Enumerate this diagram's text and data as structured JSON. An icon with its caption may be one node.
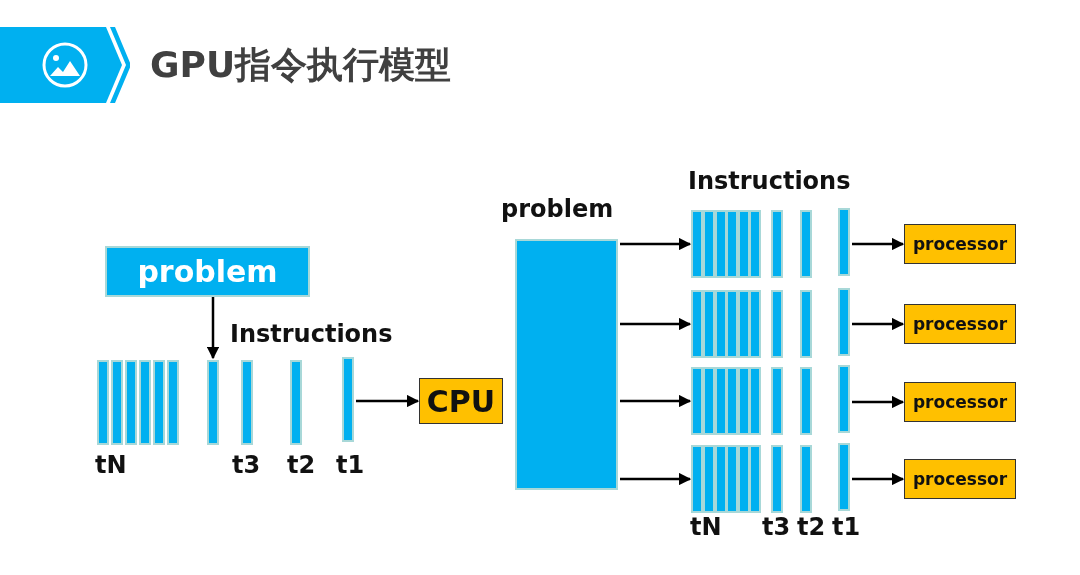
{
  "diagram": {
    "title": "GPU指令执行模型",
    "nodes": [
      {
        "text": [
          "problem"
        ]
      },
      {
        "text": [],
        "shape": "bar"
      },
      {
        "text": [],
        "shape": "bar"
      },
      {
        "text": [],
        "shape": "bar"
      },
      {
        "text": [],
        "shape": "bar"
      },
      {
        "text": [],
        "shape": "bar"
      },
      {
        "text": [],
        "shape": "bar"
      },
      {
        "text": [],
        "shape": "bar"
      },
      {
        "text": [],
        "shape": "bar"
      },
      {
        "text": [],
        "shape": "bar"
      },
      {
        "text": [],
        "shape": "bar"
      },
      {
        "text": [
          "CPU"
        ]
      },
      {
        "text": [
          "problem"
        ]
      },
      {
        "text": [],
        "shape": "bar"
      },
      {
        "text": [],
        "shape": "bar"
      },
      {
        "text": [],
        "shape": "bar"
      },
      {
        "text": [],
        "shape": "bar"
      },
      {
        "text": [],
        "shape": "bar"
      },
      {
        "text": [],
        "shape": "bar"
      },
      {
        "text": [],
        "shape": "bar"
      },
      {
        "text": [],
        "shape": "bar"
      },
      {
        "text": [],
        "shape": "bar"
      },
      {
        "text": [
          "processor"
        ]
      },
      {
        "text": [],
        "shape": "bar"
      },
      {
        "text": [],
        "shape": "bar"
      },
      {
        "text": [],
        "shape": "bar"
      },
      {
        "text": [],
        "shape": "bar"
      },
      {
        "text": [],
        "shape": "bar"
      },
      {
        "text": [],
        "shape": "bar"
      },
      {
        "text": [],
        "shape": "bar"
      },
      {
        "text": [],
        "shape": "bar"
      },
      {
        "text": [],
        "shape": "bar"
      },
      {
        "text": [
          "processor"
        ]
      },
      {
        "text": [],
        "shape": "bar"
      },
      {
        "text": [],
        "shape": "bar"
      },
      {
        "text": [],
        "shape": "bar"
      },
      {
        "text": [],
        "shape": "bar"
      },
      {
        "text": [],
        "shape": "bar"
      },
      {
        "text": [],
        "shape": "bar"
      },
      {
        "text": [],
        "shape": "bar"
      },
      {
        "text": [],
        "shape": "bar"
      },
      {
        "text": [],
        "shape": "bar"
      },
      {
        "text": [
          "processor"
        ]
      },
      {
        "text": [],
        "shape": "bar"
      },
      {
        "text": [],
        "shape": "bar"
      },
      {
        "text": [],
        "shape": "bar"
      },
      {
        "text": [],
        "shape": "bar"
      },
      {
        "text": [],
        "shape": "bar"
      },
      {
        "text": [],
        "shape": "bar"
      },
      {
        "text": [],
        "shape": "bar"
      },
      {
        "text": [],
        "shape": "bar"
      },
      {
        "text": [],
        "shape": "bar"
      },
      {
        "text": [
          "processor"
        ]
      }
    ],
    "edges": [
      {
        "from": 0,
        "to": 7,
        "arrow": "to"
      },
      {
        "from": 10,
        "to": 11,
        "arrow": "to"
      },
      {
        "from": 12,
        "to": 13,
        "arrow": "to"
      },
      {
        "from": 12,
        "to": 23,
        "arrow": "to"
      },
      {
        "from": 12,
        "to": 33,
        "arrow": "to"
      },
      {
        "from": 12,
        "to": 43,
        "arrow": "to"
      },
      {
        "from": 21,
        "to": 22,
        "arrow": "to"
      },
      {
        "from": 31,
        "to": 32,
        "arrow": "to"
      },
      {
        "from": 41,
        "to": 42,
        "arrow": "to"
      },
      {
        "from": 51,
        "to": 52,
        "arrow": "to"
      }
    ],
    "labels": [
      "Instructions",
      "tN",
      "t3",
      "t2",
      "t1",
      "Instructions",
      "tN",
      "t3",
      "t2",
      "t1"
    ]
  }
}
